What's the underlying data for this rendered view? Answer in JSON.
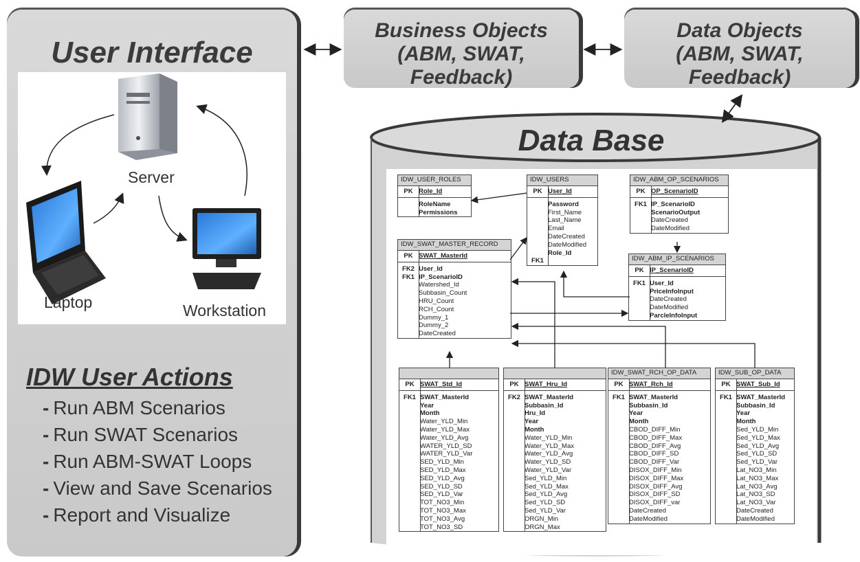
{
  "ui": {
    "title": "User Interface",
    "server": "Server",
    "laptop": "Laptop",
    "workstation": "Workstation",
    "actions_title": "IDW User Actions",
    "actions": [
      "Run ABM Scenarios",
      "Run SWAT Scenarios",
      "Run ABM-SWAT Loops",
      "View and Save Scenarios",
      "Report and Visualize"
    ]
  },
  "business_objects": {
    "title": "Business Objects",
    "subtitle": "(ABM, SWAT, Feedback)"
  },
  "data_objects": {
    "title": "Data Objects",
    "subtitle": "(ABM, SWAT, Feedback)"
  },
  "database": {
    "title": "Data Base",
    "tables": [
      {
        "name": "IDW_USER_ROLES",
        "pk": "Role_Id",
        "keys": [],
        "fields": [
          {
            "t": "RoleName",
            "b": true
          },
          {
            "t": "Permissions",
            "b": true
          }
        ]
      },
      {
        "name": "IDW_USERS",
        "pk": "User_Id",
        "keys": [
          "",
          "",
          "",
          "",
          "",
          "",
          "",
          "FK1"
        ],
        "fields": [
          {
            "t": "Password",
            "b": true
          },
          {
            "t": "First_Name"
          },
          {
            "t": "Last_Name"
          },
          {
            "t": "Email"
          },
          {
            "t": "DateCreated"
          },
          {
            "t": "DateModified"
          },
          {
            "t": "Role_Id",
            "b": true
          }
        ]
      },
      {
        "name": "IDW_ABM_OP_SCENARIOS",
        "pk": "OP_ScenarioID",
        "keys": [
          "FK1"
        ],
        "fields": [
          {
            "t": "IP_ScenarioID",
            "b": true
          },
          {
            "t": "ScenarioOutput",
            "b": true
          },
          {
            "t": "DateCreated"
          },
          {
            "t": "DateModified"
          }
        ]
      },
      {
        "name": "IDW_SWAT_MASTER_RECORD",
        "pk": "SWAT_MasterId",
        "keys": [
          "FK2",
          "FK1"
        ],
        "fields": [
          {
            "t": "User_Id",
            "b": true
          },
          {
            "t": "IP_ScenarioID",
            "b": true
          },
          {
            "t": "Watershed_Id"
          },
          {
            "t": "Subbasin_Count"
          },
          {
            "t": "HRU_Count"
          },
          {
            "t": "RCH_Count"
          },
          {
            "t": "Dummy_1"
          },
          {
            "t": "Dummy_2"
          },
          {
            "t": "DateCreated"
          }
        ]
      },
      {
        "name": "IDW_ABM_IP_SCENARIOS",
        "pk": "IP_ScenarioID",
        "keys": [
          "FK1"
        ],
        "fields": [
          {
            "t": "User_Id",
            "b": true
          },
          {
            "t": "PriceInfoInput",
            "b": true
          },
          {
            "t": "DateCreated"
          },
          {
            "t": "DateModified"
          },
          {
            "t": "ParcleInfoInput",
            "b": true
          }
        ]
      },
      {
        "name": "",
        "pk": "SWAT_Std_Id",
        "keys": [
          "FK1"
        ],
        "fields": [
          {
            "t": "SWAT_MasterId",
            "b": true
          },
          {
            "t": "Year",
            "b": true
          },
          {
            "t": "Month",
            "b": true
          },
          {
            "t": "Water_YLD_Min"
          },
          {
            "t": "Water_YLD_Max"
          },
          {
            "t": "Water_YLD_Avg"
          },
          {
            "t": "WATER_YLD_SD"
          },
          {
            "t": "WATER_YLD_Var"
          },
          {
            "t": "SED_YLD_Min"
          },
          {
            "t": "SED_YLD_Max"
          },
          {
            "t": "SED_YLD_Avg"
          },
          {
            "t": "SED_YLD_SD"
          },
          {
            "t": "SED_YLD_Var"
          },
          {
            "t": "TOT_NO3_Min"
          },
          {
            "t": "TOT_NO3_Max"
          },
          {
            "t": "TOT_NO3_Avg"
          },
          {
            "t": "TOT_NO3_SD"
          }
        ]
      },
      {
        "name": "",
        "pk": "SWAT_Hru_Id",
        "keys": [
          "FK2"
        ],
        "fields": [
          {
            "t": "SWAT_MasterId",
            "b": true
          },
          {
            "t": "Subbasin_Id",
            "b": true
          },
          {
            "t": "Hru_Id",
            "b": true
          },
          {
            "t": "Year",
            "b": true
          },
          {
            "t": "Month",
            "b": true
          },
          {
            "t": "Water_YLD_Min"
          },
          {
            "t": "Water_YLD_Max"
          },
          {
            "t": "Water_YLD_Avg"
          },
          {
            "t": "Water_YLD_SD"
          },
          {
            "t": "Water_YLD_Var"
          },
          {
            "t": "Sed_YLD_Min"
          },
          {
            "t": "Sed_YLD_Max"
          },
          {
            "t": "Sed_YLD_Avg"
          },
          {
            "t": "Sed_YLD_SD"
          },
          {
            "t": "Sed_YLD_Var"
          },
          {
            "t": "ORGN_Min"
          },
          {
            "t": "ORGN_Max"
          }
        ]
      },
      {
        "name": "IDW_SWAT_RCH_OP_DATA",
        "pk": "SWAT_Rch_Id",
        "keys": [
          "FK1"
        ],
        "fields": [
          {
            "t": "SWAT_MasterId",
            "b": true
          },
          {
            "t": "Subbasin_Id",
            "b": true
          },
          {
            "t": "Year",
            "b": true
          },
          {
            "t": "Month",
            "b": true
          },
          {
            "t": "CBOD_DIFF_Min"
          },
          {
            "t": "CBOD_DIFF_Max"
          },
          {
            "t": "CBOD_DIFF_Avg"
          },
          {
            "t": "CBOD_DIFF_SD"
          },
          {
            "t": "CBOD_DIFF_Var"
          },
          {
            "t": "DISOX_DIFF_Min"
          },
          {
            "t": "DISOX_DIFF_Max"
          },
          {
            "t": "DISOX_DIFF_Avg"
          },
          {
            "t": "DISOX_DIFF_SD"
          },
          {
            "t": "DISOX_DIFF_var"
          },
          {
            "t": "DateCreated"
          },
          {
            "t": "DateModified"
          }
        ]
      },
      {
        "name": "IDW_SUB_OP_DATA",
        "pk": "SWAT_Sub_Id",
        "keys": [
          "FK1"
        ],
        "fields": [
          {
            "t": "SWAT_MasterId",
            "b": true
          },
          {
            "t": "Subbasin_Id",
            "b": true
          },
          {
            "t": "Year",
            "b": true
          },
          {
            "t": "Month",
            "b": true
          },
          {
            "t": "Sed_YLD_Min"
          },
          {
            "t": "Sed_YLD_Max"
          },
          {
            "t": "Sed_YLD_Avg"
          },
          {
            "t": "Sed_YLD_SD"
          },
          {
            "t": "Sed_YLD_Var"
          },
          {
            "t": "Lat_NO3_Min"
          },
          {
            "t": "Lat_NO3_Max"
          },
          {
            "t": "Lat_NO3_Avg"
          },
          {
            "t": "Lat_NO3_SD"
          },
          {
            "t": "Lat_NO3_Var"
          },
          {
            "t": "DateCreated"
          },
          {
            "t": "DateModified"
          }
        ]
      }
    ]
  }
}
